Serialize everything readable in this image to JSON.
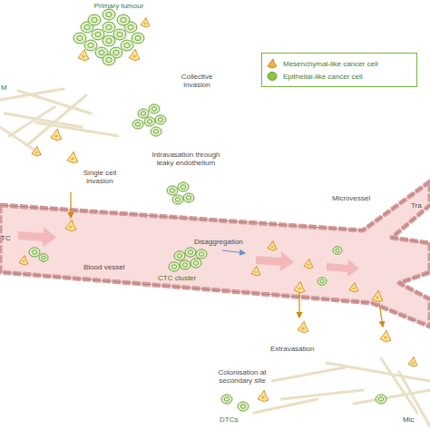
{
  "diagram": {
    "labels": [
      "M",
      "Collective invasion",
      "Single cell invasion",
      "Intravasation through leaky endothelium",
      "TC",
      "Blood vessel",
      "CTC cluster",
      "Disaggregation",
      "Microvessel",
      "Extravasation",
      "Colonisation at secondary site",
      "DTCs",
      "Tra",
      "Mic",
      "Primary tumour"
    ],
    "legend": [
      {
        "text": "Mesenchymal-like cancer cell",
        "color": "#f2b33d"
      },
      {
        "text": "Epithelial-like cancer cell",
        "color": "#8cc63f"
      }
    ]
  }
}
